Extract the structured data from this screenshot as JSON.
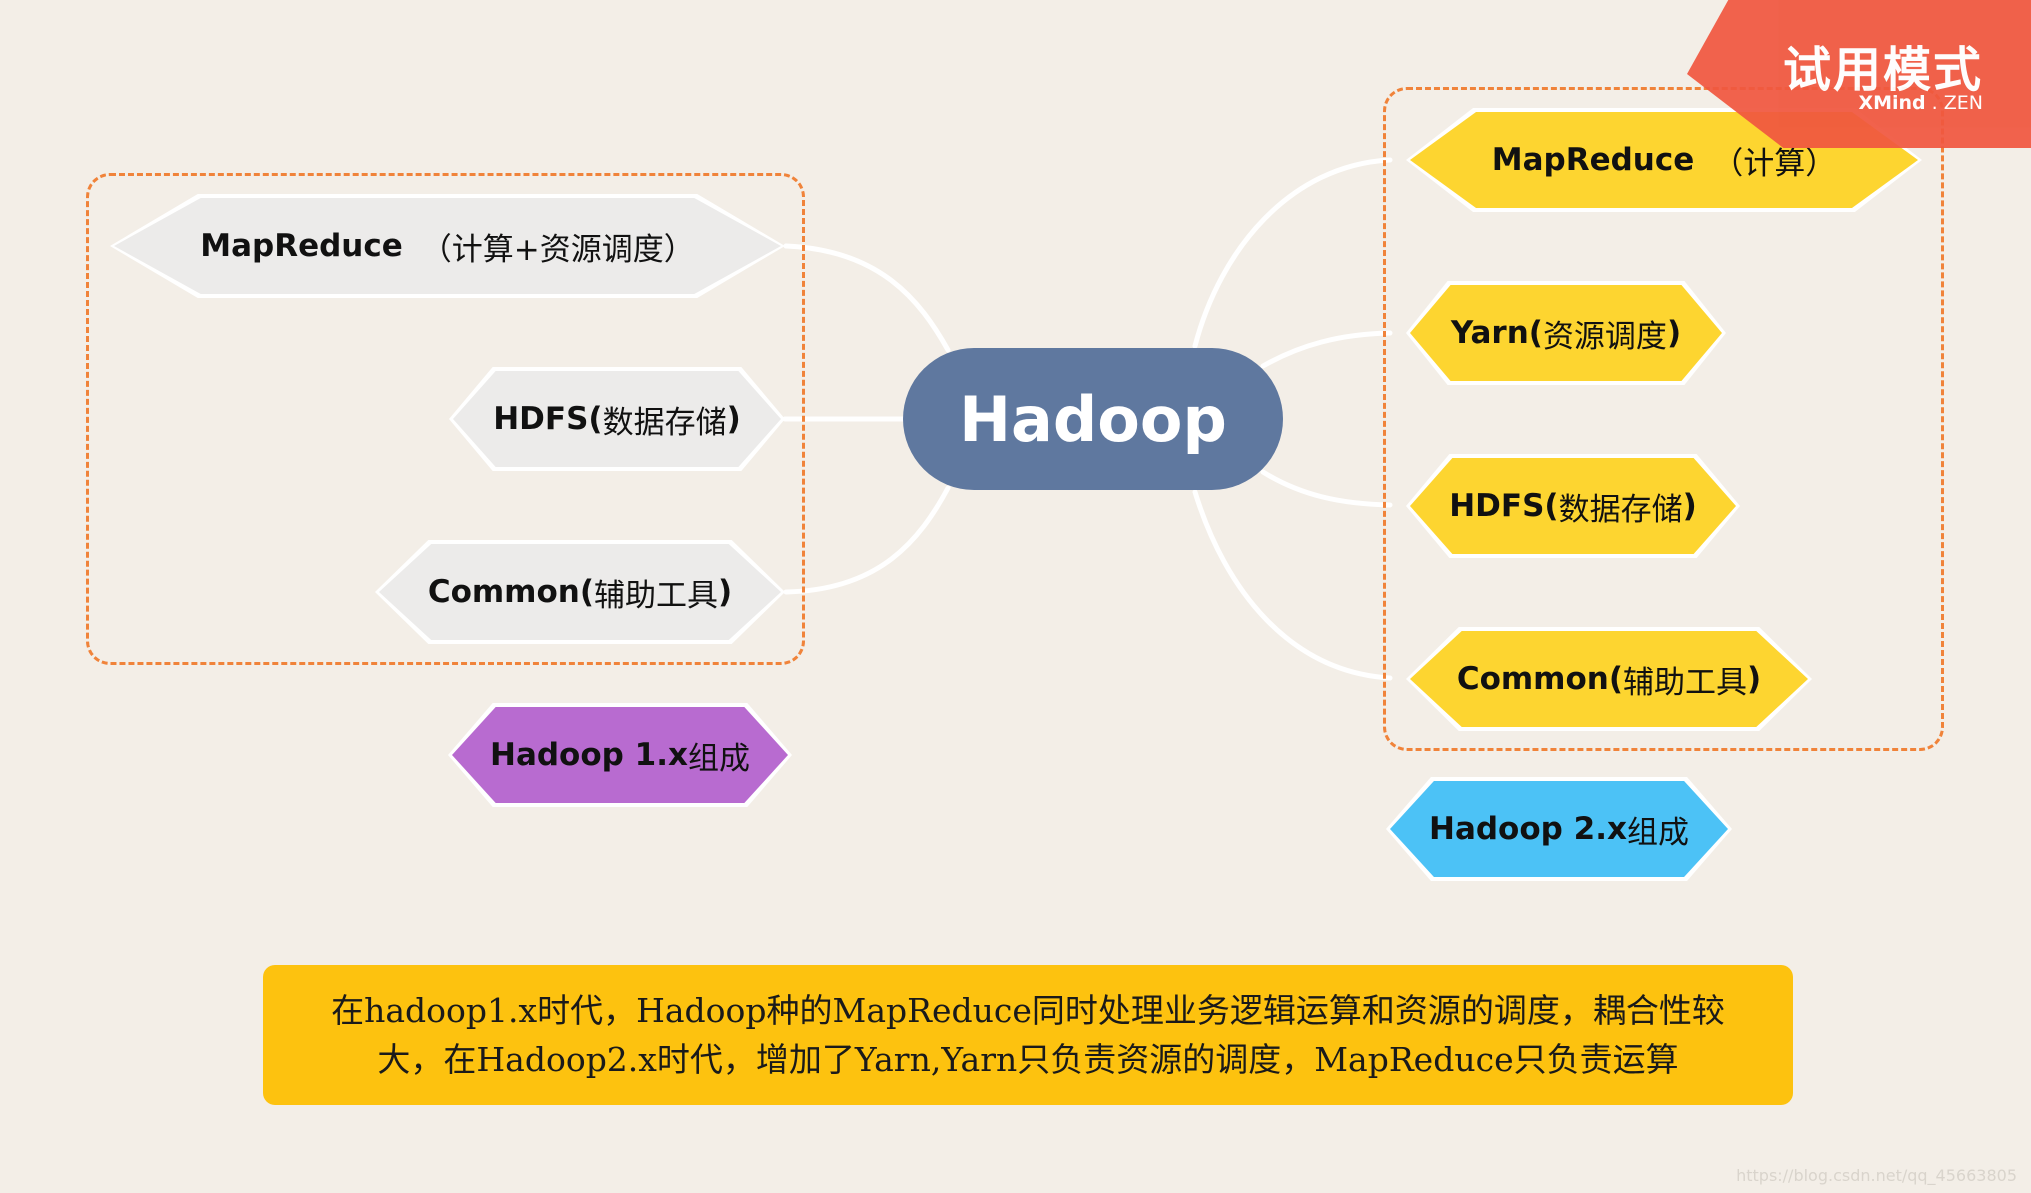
{
  "center": {
    "label": "Hadoop"
  },
  "left": {
    "caption": {
      "bold": "Hadoop 1.x",
      "rest": "组成"
    },
    "nodes": [
      {
        "bold": "MapReduce",
        "rest": "（计算+资源调度）"
      },
      {
        "bold": "HDFS(",
        "rest": "数据存储",
        "tail": ")"
      },
      {
        "bold": "Common(",
        "rest": "辅助工具",
        "tail": ")"
      }
    ]
  },
  "right": {
    "caption": {
      "bold": "Hadoop 2.x",
      "rest": "组成"
    },
    "nodes": [
      {
        "bold": "MapReduce",
        "rest": "（计算）"
      },
      {
        "bold": "Yarn(",
        "rest": "资源调度",
        "tail": ")"
      },
      {
        "bold": "HDFS(",
        "rest": "数据存储",
        "tail": ")"
      },
      {
        "bold": "Common(",
        "rest": "辅助工具",
        "tail": ")"
      }
    ]
  },
  "note": {
    "line1": "在hadoop1.x时代，Hadoop种的MapReduce同时处理业务逻辑运算和资源的调度，耦合性较",
    "line2": "大，在Hadoop2.x时代，增加了Yarn,Yarn只负责资源的调度，MapReduce只负责运算"
  },
  "watermark": {
    "title": "试用模式",
    "brand": "XMind",
    "edition": "ZEN"
  },
  "footer": {
    "url": "https://blog.csdn.net/qq_45663805"
  },
  "colors": {
    "background": "#f3eee7",
    "center": "#5f789f",
    "dash": "#f0833a",
    "left_node": "#ecebea",
    "right_node": "#fdd530",
    "caption_v1": "#b86bd0",
    "caption_v2": "#4cc2f6",
    "note": "#fdc20f",
    "watermark": "#f0573f"
  }
}
